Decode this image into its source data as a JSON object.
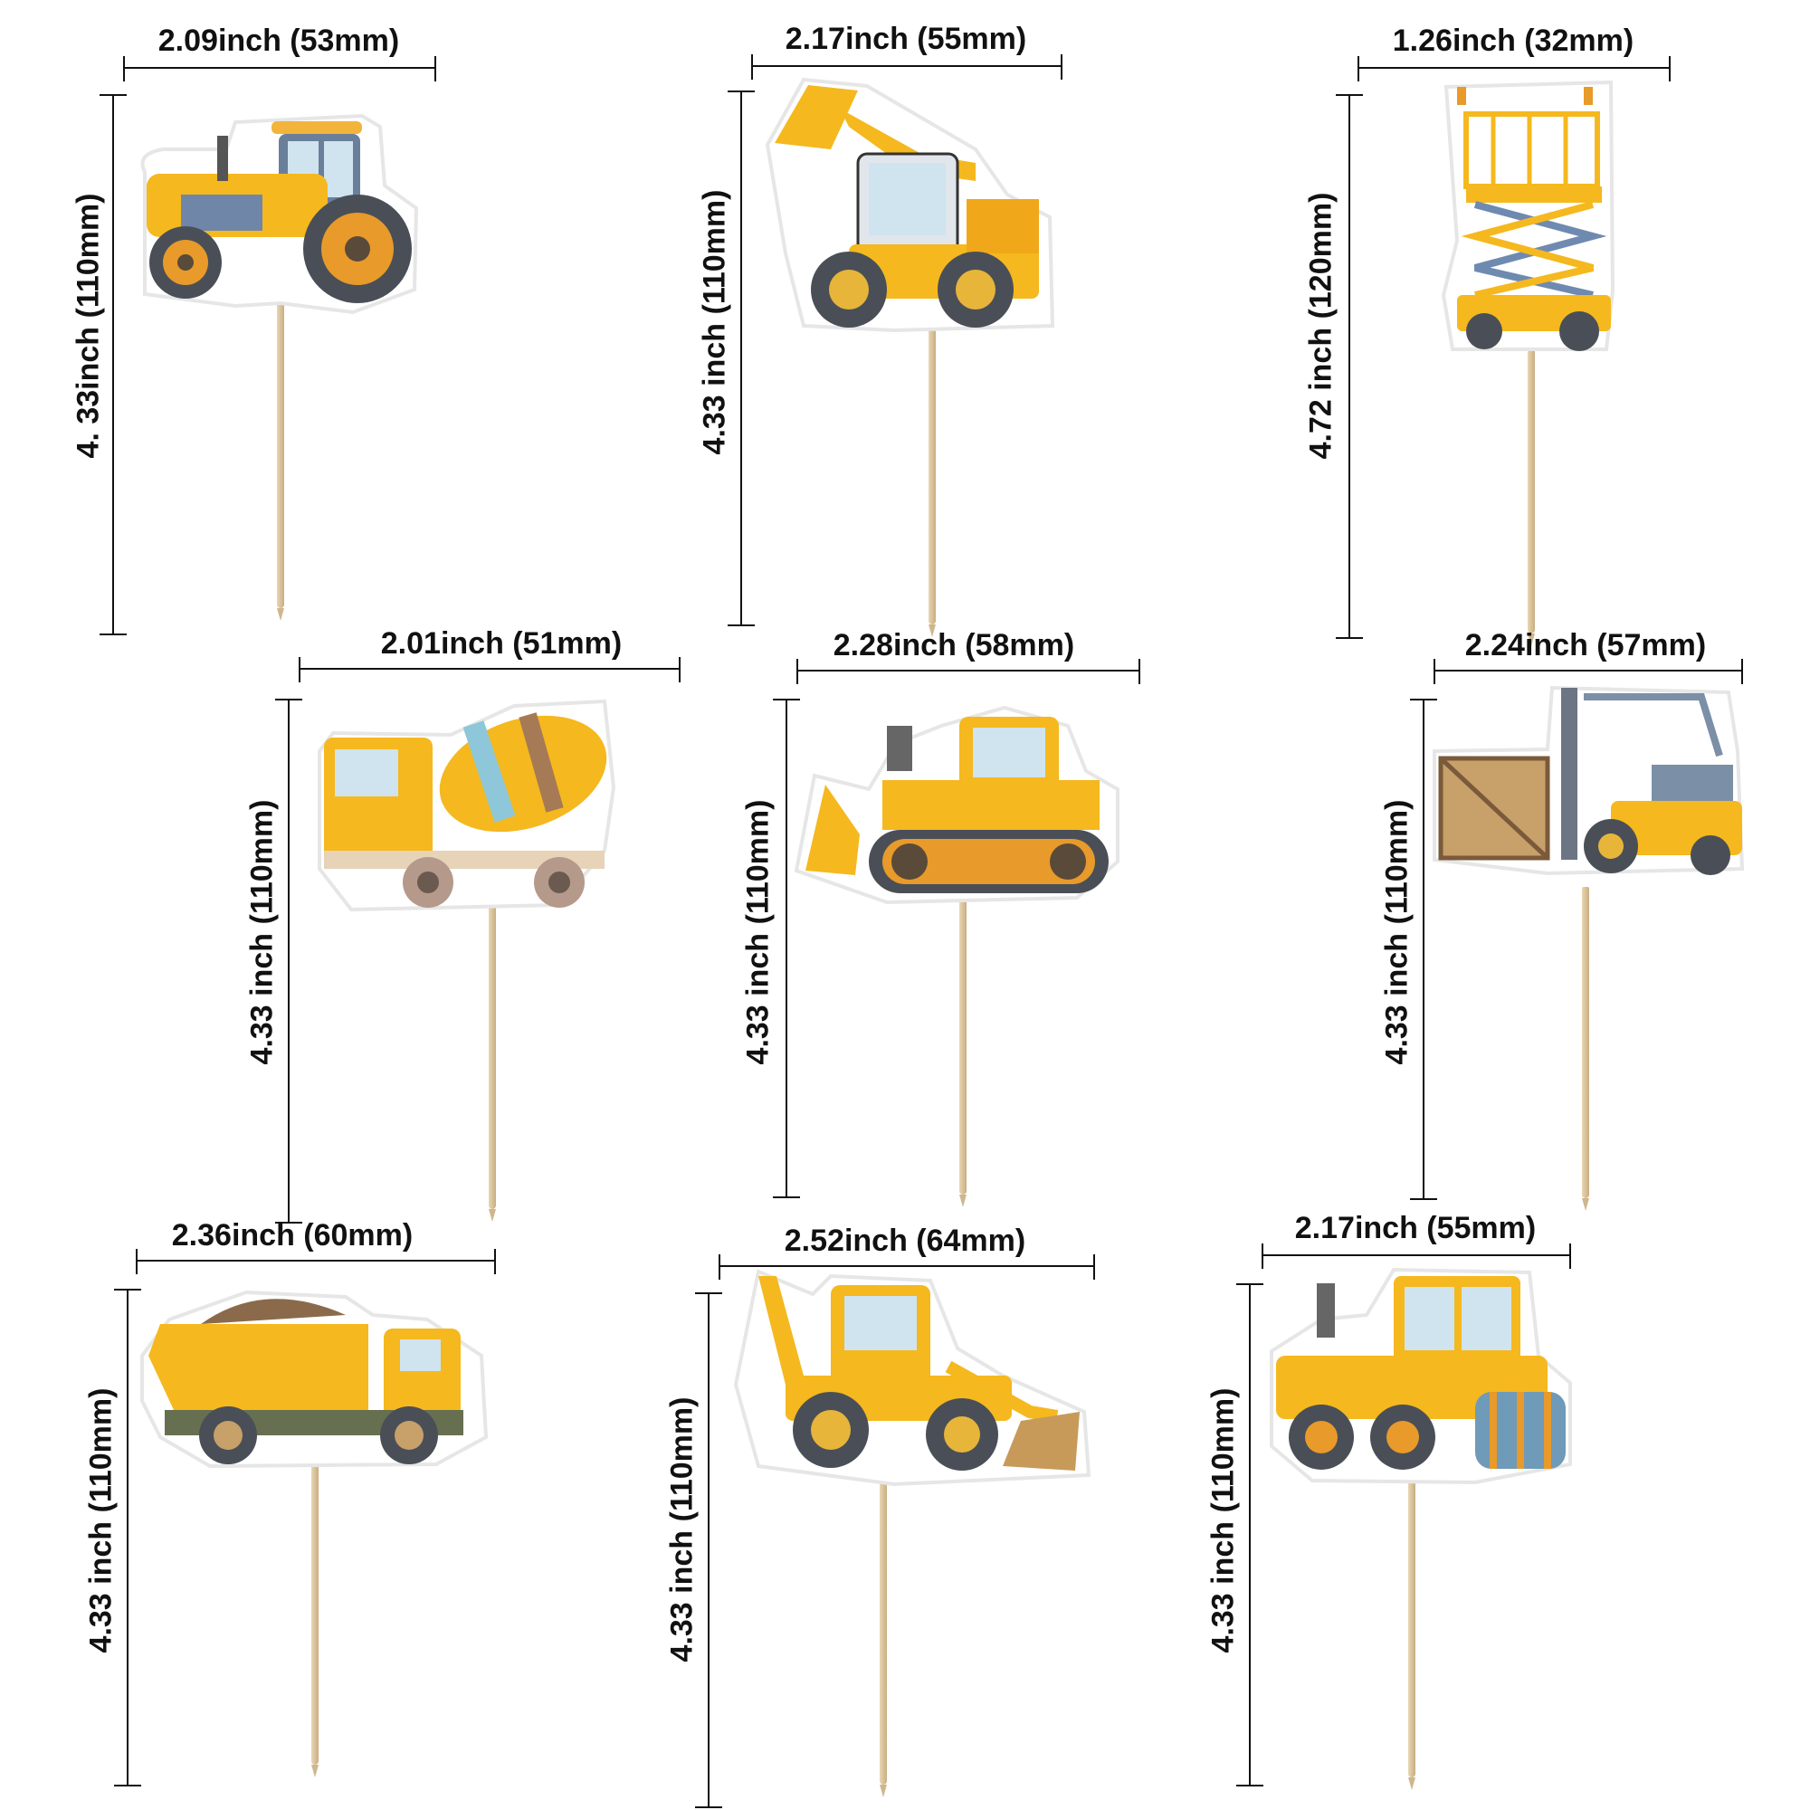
{
  "toppers": [
    {
      "name": "tractor",
      "width_label": "2.09inch  (53mm)",
      "height_label": "4. 33inch  (110mm)"
    },
    {
      "name": "skid-steer-loader",
      "width_label": "2.17inch  (55mm)",
      "height_label": "4.33 inch  (110mm)"
    },
    {
      "name": "scissor-lift",
      "width_label": "1.26inch  (32mm)",
      "height_label": "4.72 inch  (120mm)"
    },
    {
      "name": "cement-mixer",
      "width_label": "2.01inch  (51mm)",
      "height_label": "4.33 inch  (110mm)"
    },
    {
      "name": "bulldozer",
      "width_label": "2.28inch  (58mm)",
      "height_label": "4.33 inch  (110mm)"
    },
    {
      "name": "forklift",
      "width_label": "2.24inch  (57mm)",
      "height_label": "4.33 inch  (110mm)"
    },
    {
      "name": "dump-truck",
      "width_label": "2.36inch  (60mm)",
      "height_label": "4.33 inch  (110mm)"
    },
    {
      "name": "backhoe-loader",
      "width_label": "2.52inch  (64mm)",
      "height_label": "4.33 inch  (110mm)"
    },
    {
      "name": "road-roller",
      "width_label": "2.17inch  (55mm)",
      "height_label": "4.33 inch  (110mm)"
    }
  ],
  "colors": {
    "yellow": "#f5b81e",
    "dark_yellow": "#d9961a",
    "tire": "#4a4f57",
    "glass": "#cfe4ef",
    "steel": "#7b8fa6",
    "wood": "#c7a06a",
    "dirt": "#8a6a4a"
  }
}
